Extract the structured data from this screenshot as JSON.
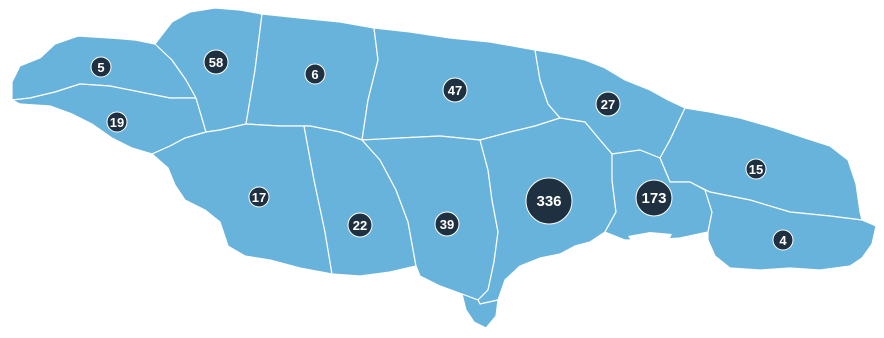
{
  "colors": {
    "land": "#67b3dc",
    "border": "#ffffff",
    "badge": "#1f3140",
    "badge_text": "#ffffff",
    "water": "#ffffff"
  },
  "markers": [
    {
      "id": "hanover",
      "value": "5"
    },
    {
      "id": "westmoreland",
      "value": "19"
    },
    {
      "id": "st-james",
      "value": "58"
    },
    {
      "id": "trelawny",
      "value": "6"
    },
    {
      "id": "st-ann",
      "value": "47"
    },
    {
      "id": "st-mary",
      "value": "27"
    },
    {
      "id": "portland",
      "value": "15"
    },
    {
      "id": "st-elizabeth",
      "value": "17"
    },
    {
      "id": "manchester",
      "value": "22"
    },
    {
      "id": "clarendon",
      "value": "39"
    },
    {
      "id": "st-catherine",
      "value": "336"
    },
    {
      "id": "st-andrew",
      "value": "173"
    },
    {
      "id": "st-thomas",
      "value": "4"
    }
  ]
}
